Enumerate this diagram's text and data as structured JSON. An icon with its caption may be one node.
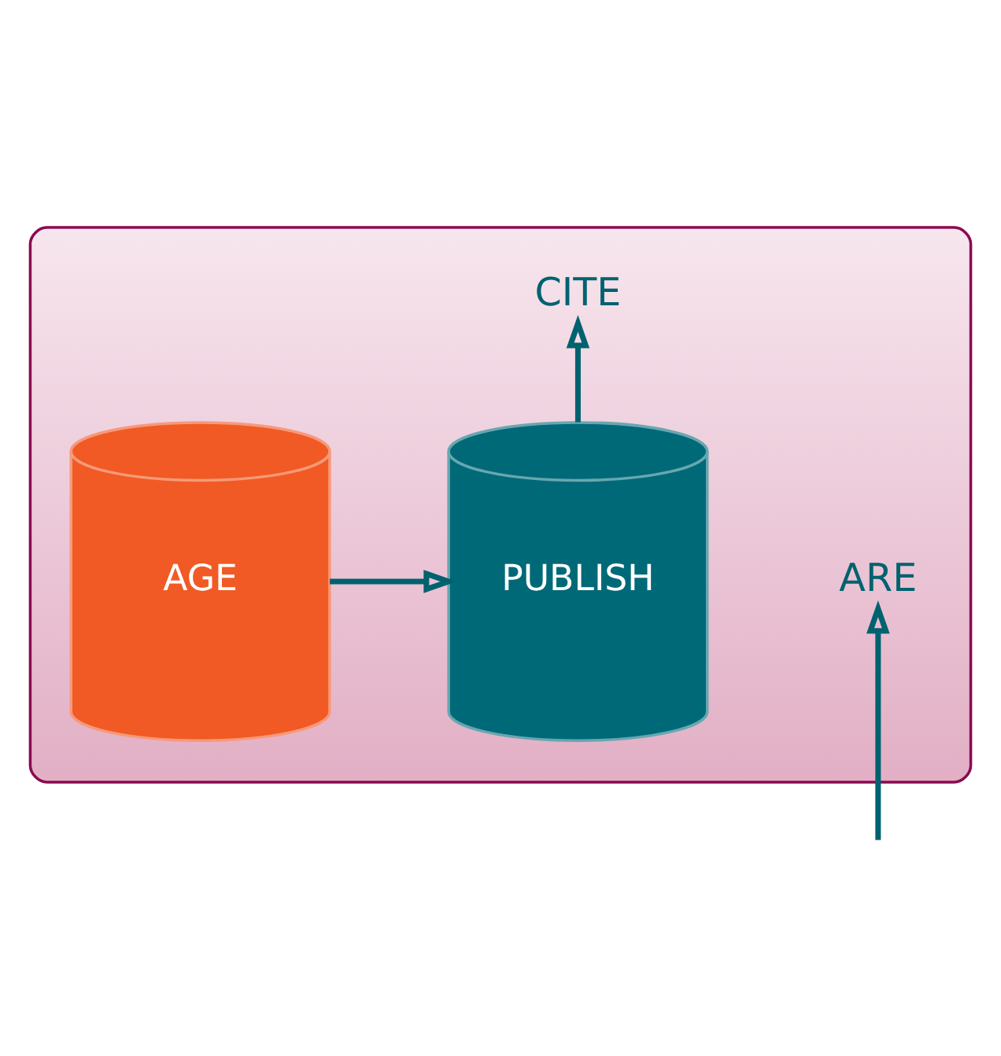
{
  "diagram": {
    "nodes": [
      {
        "text": [],
        "shape": "box"
      },
      {
        "text": [
          "ARE"
        ],
        "in": 0
      },
      {
        "text": [
          "CITE"
        ],
        "in": 0
      },
      {
        "text": [
          "AGE"
        ],
        "in": 0
      },
      {
        "text": [
          "PUBLISH"
        ],
        "in": 0
      }
    ],
    "edges": [
      {
        "from": null,
        "to": 1,
        "arrow": "to"
      },
      {
        "from": 4,
        "to": 2,
        "arrow": "to"
      },
      {
        "from": 3,
        "to": 4,
        "arrow": "to"
      }
    ]
  }
}
